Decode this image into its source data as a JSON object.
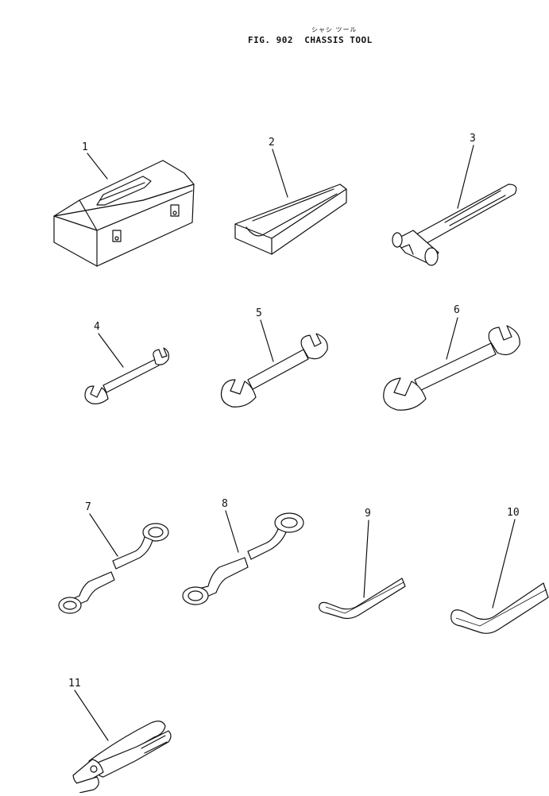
{
  "figure": {
    "subtitle_jp": "シャシ ツール",
    "number_label": "FIG. 902",
    "title": "CHASSIS TOOL"
  },
  "parts": [
    {
      "callout": "1",
      "icon": "toolbox-icon"
    },
    {
      "callout": "2",
      "icon": "wedge-block-icon"
    },
    {
      "callout": "3",
      "icon": "hammer-icon"
    },
    {
      "callout": "4",
      "icon": "small-open-end-wrench-icon"
    },
    {
      "callout": "5",
      "icon": "medium-open-end-wrench-icon"
    },
    {
      "callout": "6",
      "icon": "large-open-end-wrench-icon"
    },
    {
      "callout": "7",
      "icon": "offset-box-wrench-icon"
    },
    {
      "callout": "8",
      "icon": "offset-box-wrench-icon"
    },
    {
      "callout": "9",
      "icon": "small-hex-key-icon"
    },
    {
      "callout": "10",
      "icon": "large-hex-key-icon"
    },
    {
      "callout": "11",
      "icon": "pliers-icon"
    }
  ]
}
